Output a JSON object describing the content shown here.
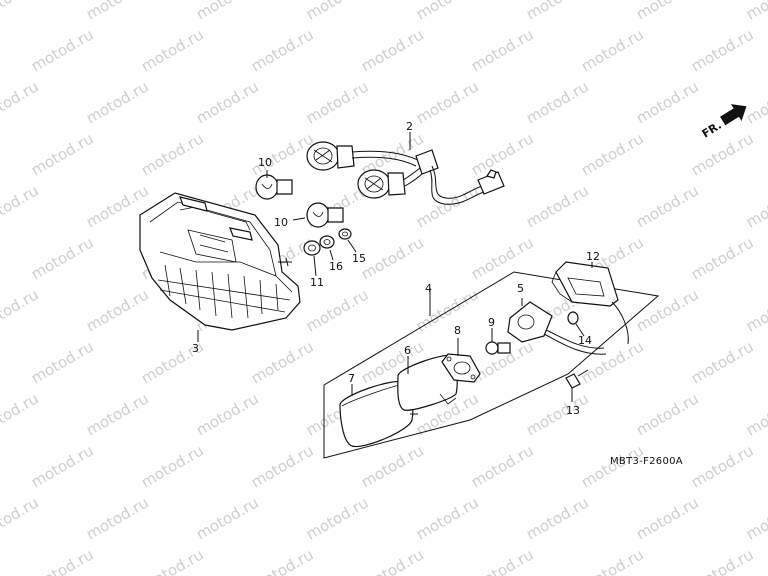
{
  "watermark": {
    "text": "motod.ru"
  },
  "direction_marker": {
    "text": "FR.",
    "icon": "front-arrow-icon"
  },
  "diagram_code": "MBT3-F2600A",
  "callouts": {
    "c2": "2",
    "c3": "3",
    "c4": "4",
    "c5": "5",
    "c6": "6",
    "c7": "7",
    "c8": "8",
    "c9": "9",
    "c10a": "10",
    "c10b": "10",
    "c11": "11",
    "c12": "12",
    "c13": "13",
    "c14": "14",
    "c15": "15",
    "c16": "16"
  },
  "colors": {
    "line": "#111111",
    "watermark": "#cfcfcf",
    "background": "#ffffff"
  }
}
